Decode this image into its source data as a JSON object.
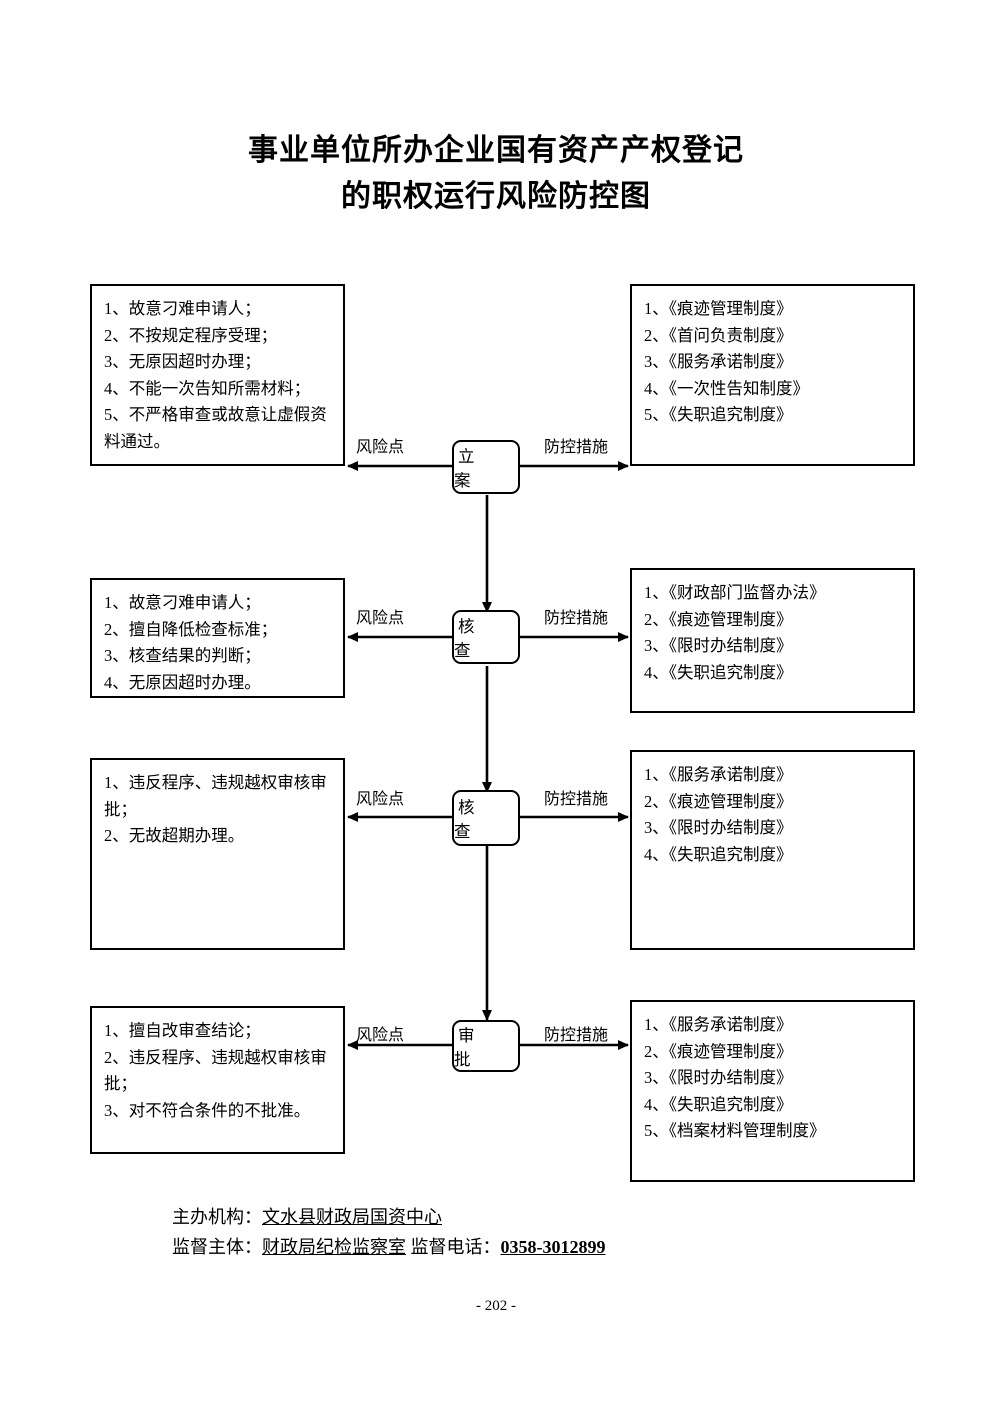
{
  "document": {
    "title_lines": [
      "事业单位所办企业国有资产产权登记",
      "的职权运行风险防控图"
    ],
    "page_number": "- 202 -"
  },
  "connector_labels": {
    "risk": "风险点",
    "control": "防控措施"
  },
  "rows": [
    {
      "node": "立　案",
      "risk_text": "1、故意刁难申请人；\n2、不按规定程序受理；\n3、无原因超时办理；\n4、不能一次告知所需材料；\n5、不严格审查或故意让虚假资料通过。",
      "control_text": "1、《痕迹管理制度》\n2、《首问负责制度》\n3、《服务承诺制度》\n4、《一次性告知制度》\n5、《失职追究制度》"
    },
    {
      "node": "核　查",
      "risk_text": "1、故意刁难申请人；\n2、擅自降低检查标准；\n3、核查结果的判断；\n4、无原因超时办理。",
      "control_text": "1、《财政部门监督办法》\n2、《痕迹管理制度》\n3、《限时办结制度》\n4、《失职追究制度》"
    },
    {
      "node": "核　查",
      "risk_text": "1、违反程序、违规越权审核审批；\n2、无故超期办理。",
      "control_text": "1、《服务承诺制度》\n2、《痕迹管理制度》\n3、《限时办结制度》\n4、《失职追究制度》"
    },
    {
      "node": "审　批",
      "risk_text": "1、擅自改审查结论；\n2、违反程序、违规越权审核审批；\n3、对不符合条件的不批准。",
      "control_text": "1、《服务承诺制度》\n2、《痕迹管理制度》\n3、《限时办结制度》\n4、《失职追究制度》\n5、《档案材料管理制度》"
    }
  ],
  "footer": {
    "org_label": "主办机构：",
    "org_value": "文水县财政局国资中心",
    "supervisor_label": "监督主体：",
    "supervisor_value": "财政局纪检监察室",
    "phone_label": "监督电话：",
    "phone_value": "0358-3012899"
  }
}
